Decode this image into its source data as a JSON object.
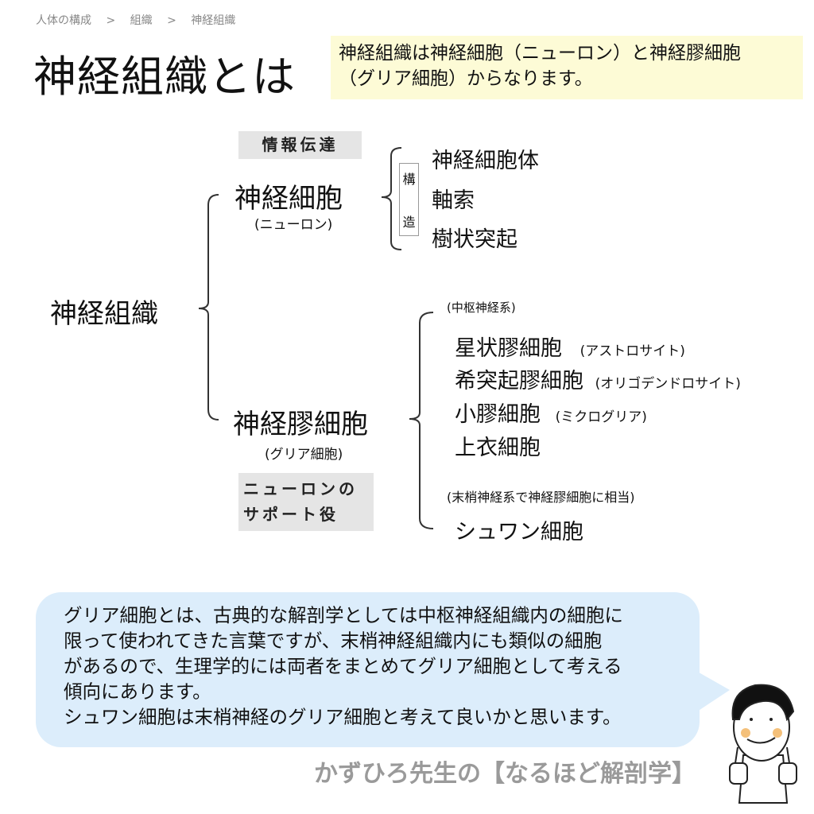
{
  "breadcrumb": [
    "人体の構成",
    "組織",
    "神経組織"
  ],
  "breadcrumb_separator": ">",
  "title": "神経組織とは",
  "summary": {
    "line1": "神経組織は神経細胞（ニューロン）と神経膠細胞",
    "line2": "（グリア細胞）からなります。"
  },
  "root": "神経組織",
  "neuron": {
    "tag": "情報伝達",
    "name": "神経細胞",
    "alias": "(ニューロン)",
    "structure_label": [
      "構",
      "造"
    ],
    "parts": [
      "神経細胞体",
      "軸索",
      "樹状突起"
    ]
  },
  "glia": {
    "name": "神経膠細胞",
    "alias": "(グリア細胞)",
    "tag_line1": "ニューロンの",
    "tag_line2": "サポート役",
    "central_label": "(中枢神経系)",
    "central": [
      {
        "name": "星状膠細胞",
        "alias": "(アストロサイト)"
      },
      {
        "name": "希突起膠細胞",
        "alias": "(オリゴデンドロサイト)"
      },
      {
        "name": "小膠細胞",
        "alias": "(ミクログリア)"
      },
      {
        "name": "上衣細胞",
        "alias": ""
      }
    ],
    "peripheral_label": "(末梢神経系で神経膠細胞に相当)",
    "peripheral": "シュワン細胞"
  },
  "bubble": [
    "グリア細胞とは、古典的な解剖学としては中枢神経組織内の細胞に",
    "限って使われてきた言葉ですが、末梢神経組織内にも類似の細胞",
    "があるので、生理学的には両者をまとめてグリア細胞として考える",
    "傾向にあります。",
    "シュワン細胞は末梢神経のグリア細胞と考えて良いかと思います。"
  ],
  "footer": "かずひろ先生の【なるほど解剖学】",
  "colors": {
    "note_bg": "#fdfbd6",
    "bubble_bg": "#dcedfb",
    "tag_bg": "#e5e5e5"
  }
}
